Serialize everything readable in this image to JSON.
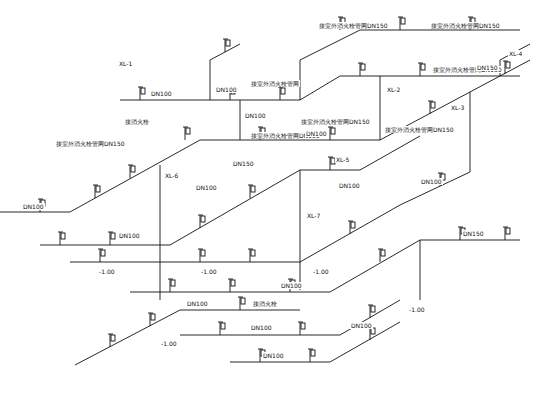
{
  "diagram": {
    "labels": [
      "接室外消火栓管网DN150",
      "接室外消火栓管网DN150",
      "接室外消火栓管网",
      "接室外消火栓管网DN150",
      "接室外消火栓管网DN150",
      "接室外消火栓管网DN150",
      "接室外消火栓管网DN150",
      "接室外消火栓管网DN150",
      "XL-1",
      "XL-2",
      "XL-3",
      "XL-4",
      "XL-5",
      "XL-6",
      "XL-7",
      "DN100",
      "DN100",
      "DN100",
      "DN100",
      "DN100",
      "DN100",
      "DN100",
      "DN100",
      "DN100",
      "DN100",
      "DN100",
      "DN100",
      "DN100",
      "DN100",
      "DN150",
      "DN150",
      "DN150",
      "-1.00",
      "-1.00",
      "-1.00",
      "-1.00",
      "-1.00",
      "接消火栓",
      "接消火栓"
    ]
  }
}
